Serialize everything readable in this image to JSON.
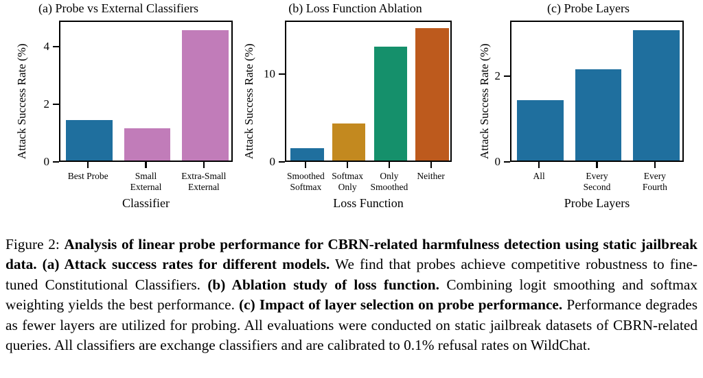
{
  "figure": {
    "number_label": "Figure 2:",
    "caption_segments": [
      {
        "text": "Analysis of linear probe performance for CBRN-related harmfulness detection using static jailbreak data.",
        "bold": true
      },
      {
        "text": " ",
        "bold": false
      },
      {
        "text": "(a) Attack success rates for different models.",
        "bold": true
      },
      {
        "text": " We find that probes achieve competitive robustness to fine-tuned Constitutional Classifiers. ",
        "bold": false
      },
      {
        "text": "(b) Ablation study of loss function.",
        "bold": true
      },
      {
        "text": " Combining logit smoothing and softmax weighting yields the best performance. ",
        "bold": false
      },
      {
        "text": "(c) Impact of layer selection on probe performance.",
        "bold": true
      },
      {
        "text": " Performance degrades as fewer layers are utilized for probing. All evaluations were conducted on static jailbreak datasets of CBRN-related queries. All classifiers are exchange classifiers and are calibrated to 0.1% refusal rates on WildChat.",
        "bold": false
      }
    ]
  },
  "colors": {
    "blue": "#1f6f9e",
    "pink": "#c17cb9",
    "gold": "#c3891f",
    "green": "#15906b",
    "rust": "#bd5a1d",
    "axis": "#000000",
    "background": "#ffffff"
  },
  "chart_data": [
    {
      "id": "panel-a",
      "type": "bar",
      "title": "(a) Probe vs External Classifiers",
      "xlabel": "Classifier",
      "ylabel": "Attack Success Rate (%)",
      "categories": [
        "Best Probe",
        "Small\nExternal",
        "Extra-Small\nExternal"
      ],
      "values": [
        1.41,
        1.12,
        4.52
      ],
      "colors": [
        "#1f6f9e",
        "#c17cb9",
        "#c17cb9"
      ],
      "yticks": [
        0,
        2,
        4
      ],
      "ytick_labels": [
        "0",
        "2",
        "4"
      ],
      "ylim": [
        0,
        4.9
      ],
      "grid": false,
      "legend": "none"
    },
    {
      "id": "panel-b",
      "type": "bar",
      "title": "(b) Loss Function Ablation",
      "xlabel": "Loss Function",
      "ylabel": "Attack Success Rate (%)",
      "categories": [
        "Smoothed\nSoftmax",
        "Softmax\nOnly",
        "Only\nSmoothed",
        "Neither"
      ],
      "values": [
        1.4,
        4.2,
        13.0,
        15.1
      ],
      "colors": [
        "#1f6f9e",
        "#c3891f",
        "#15906b",
        "#bd5a1d"
      ],
      "yticks": [
        0,
        10
      ],
      "ytick_labels": [
        "0",
        "10"
      ],
      "ylim": [
        0,
        16.1
      ],
      "grid": false,
      "legend": "none"
    },
    {
      "id": "panel-c",
      "type": "bar",
      "title": "(c) Probe Layers",
      "xlabel": "Probe Layers",
      "ylabel": "Attack Success Rate (%)",
      "categories": [
        "All",
        "Every\nSecond",
        "Every\nFourth"
      ],
      "values": [
        1.41,
        2.13,
        3.05
      ],
      "colors": [
        "#1f6f9e",
        "#1f6f9e",
        "#1f6f9e"
      ],
      "yticks": [
        0,
        2
      ],
      "ytick_labels": [
        "0",
        "2"
      ],
      "ylim": [
        0,
        3.3
      ],
      "grid": false,
      "legend": "none"
    }
  ]
}
